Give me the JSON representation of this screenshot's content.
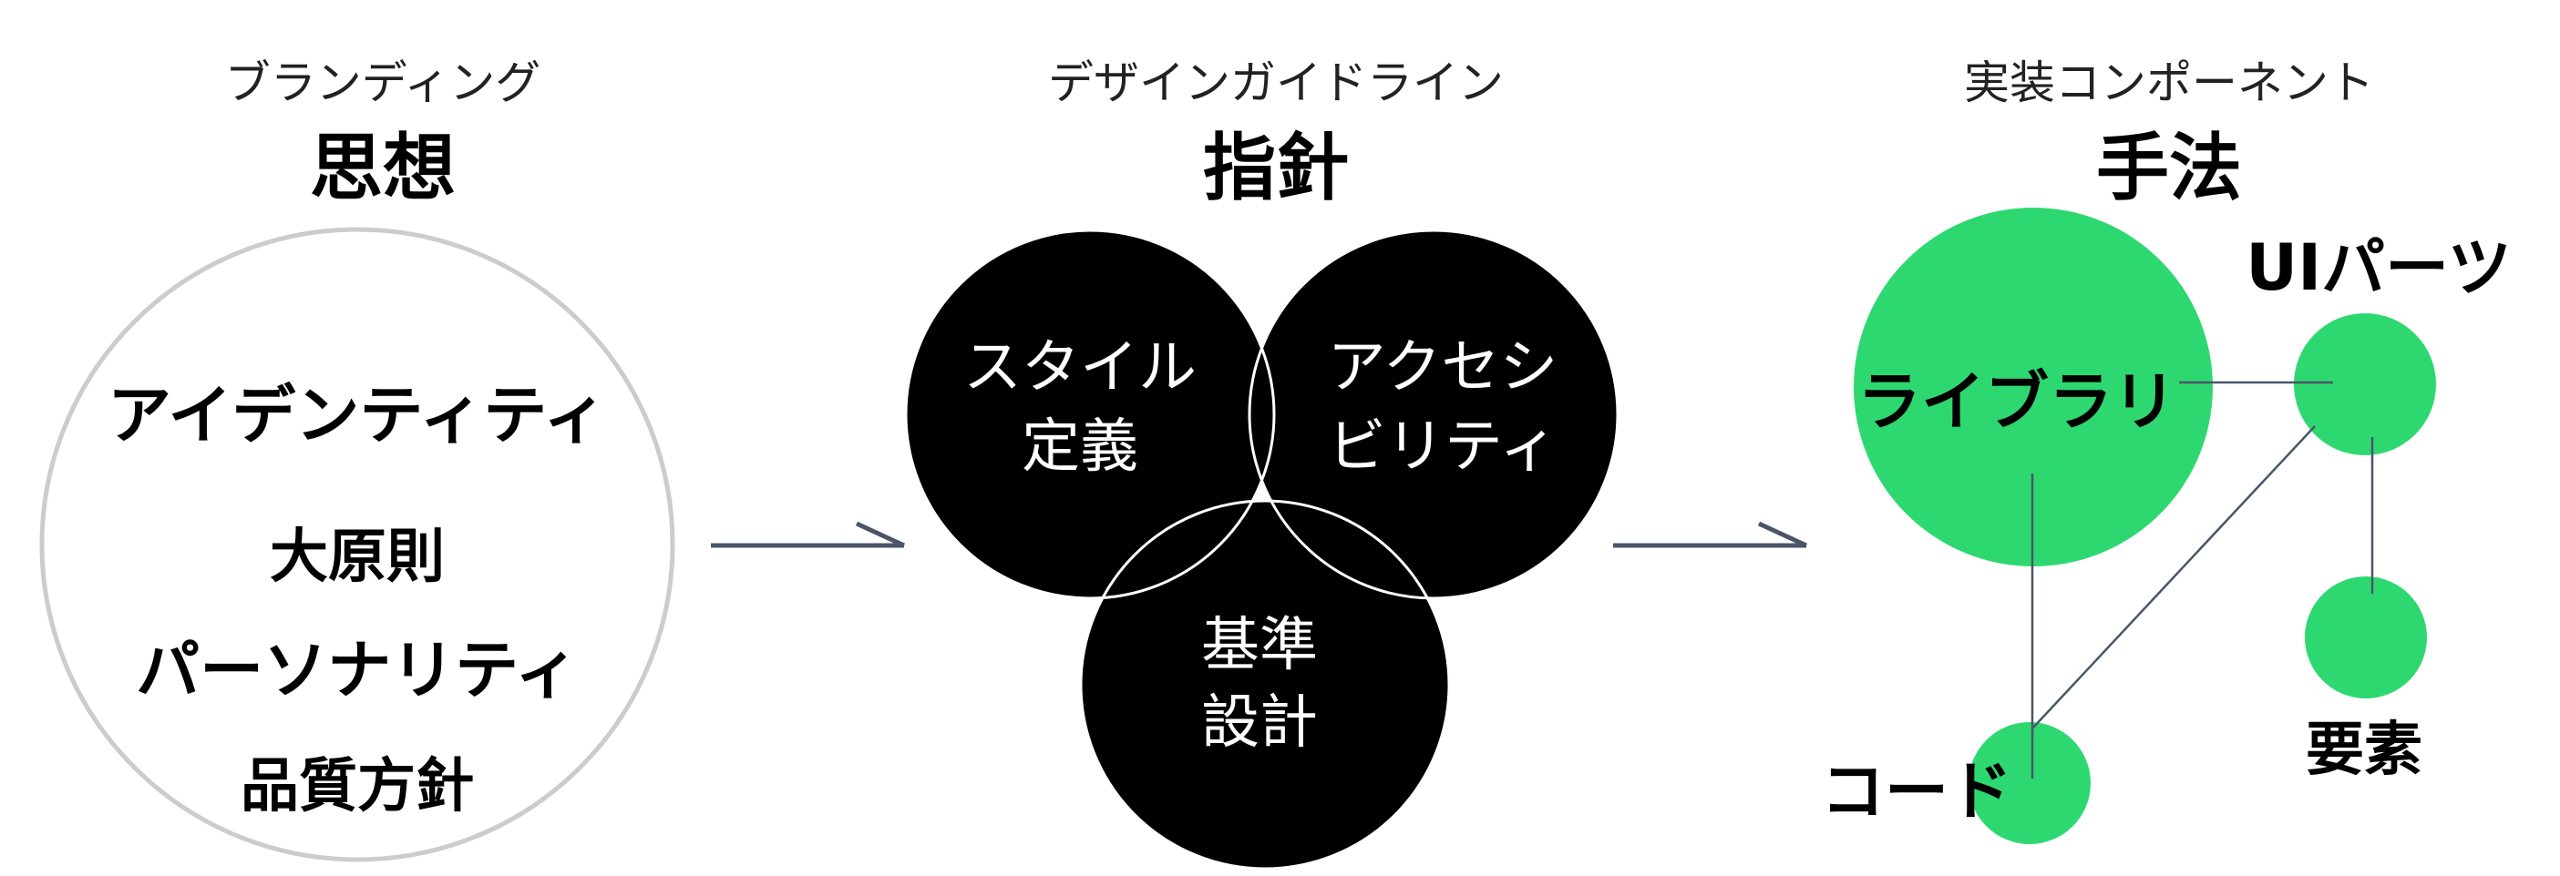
{
  "sections": [
    {
      "subtitle": "ブランディング",
      "title": "思想",
      "items": [
        "アイデンティティ",
        "大原則",
        "パーソナリティ",
        "品質方針"
      ]
    },
    {
      "subtitle": "デザインガイドライン",
      "title": "指針",
      "circles": [
        {
          "line1": "スタイル",
          "line2": "定義"
        },
        {
          "line1": "アクセシ",
          "line2": "ビリティ"
        },
        {
          "line1": "基準",
          "line2": "設計"
        }
      ]
    },
    {
      "subtitle": "実装コンポーネント",
      "title": "手法",
      "nodes": {
        "library": "ライブラリ",
        "ui_parts": "UIパーツ",
        "code": "コード",
        "element": "要素"
      }
    }
  ],
  "colors": {
    "accent_green": "#2ed870",
    "venn_fill": "#000000",
    "arrow": "#4a5568",
    "outline": "#cccccc"
  }
}
